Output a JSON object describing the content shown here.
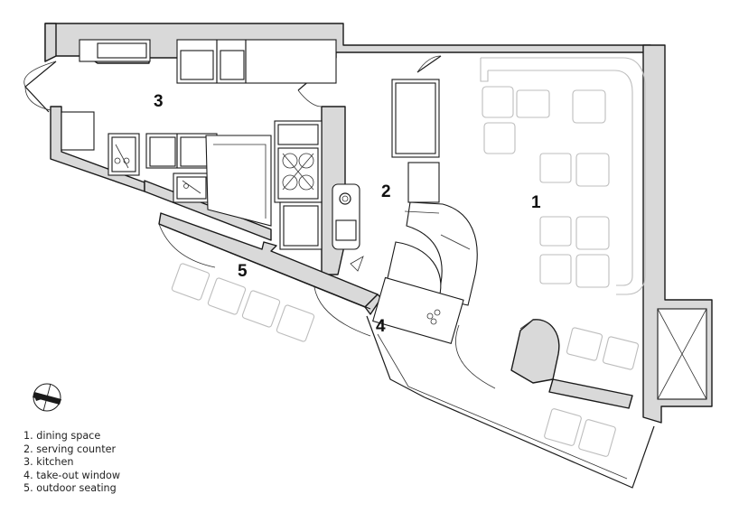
{
  "plan": {
    "room_numbers": [
      "1",
      "2",
      "3",
      "4",
      "5"
    ],
    "legend": [
      "1. dining space",
      "2. serving counter",
      "3. kitchen",
      "4. take-out window",
      "5. outdoor seating"
    ],
    "north_arrow_icon": "north-arrow-icon",
    "colors": {
      "wall_fill": "#d9d9d9",
      "line": "#1a1a1a",
      "furniture": "#bdbdbd"
    }
  }
}
